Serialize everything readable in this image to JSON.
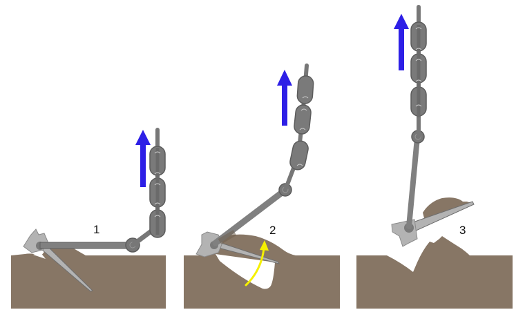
{
  "diagram": {
    "subject": "Anchor breakout sequence",
    "colors": {
      "seabed": "#877665",
      "seabed_dark": "#6f604f",
      "anchor_light": "#b3b3b3",
      "anchor_mid": "#9a9a9a",
      "anchor_dark": "#6e6e6e",
      "chain": "#777777",
      "chain_edge": "#5c5c5c",
      "pull_arrow": "#2d1fe6",
      "rotation_arrow": "#f5f000",
      "background": "#ffffff"
    },
    "panels": [
      {
        "id": 1,
        "label": "1",
        "description": "Anchor buried flat, chain pulled horizontally then up"
      },
      {
        "id": 2,
        "label": "2",
        "description": "Chain angled upward, anchor flukes rotate out of the seabed"
      },
      {
        "id": 3,
        "label": "3",
        "description": "Chain vertical, anchor broken free carrying a clump of soil"
      }
    ],
    "arrows": [
      {
        "panel": 1,
        "type": "pull",
        "direction": "up"
      },
      {
        "panel": 2,
        "type": "pull",
        "direction": "up"
      },
      {
        "panel": 2,
        "type": "rotation",
        "direction": "counter-clockwise-up"
      },
      {
        "panel": 3,
        "type": "pull",
        "direction": "up"
      }
    ]
  }
}
